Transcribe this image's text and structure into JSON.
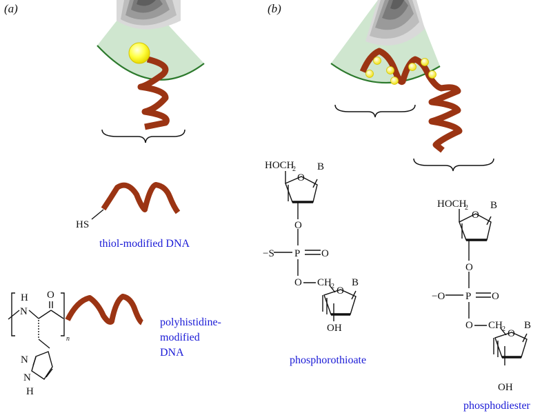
{
  "panels": {
    "a": "(a)",
    "b": "(b)"
  },
  "labels": {
    "thiol": "thiol-modified DNA",
    "polyhis_1": "polyhistidine-",
    "polyhis_2": "modified",
    "polyhis_3": "DNA",
    "phosphorothioate": "phosphorothioate",
    "phosphodiester": "phosphodiester"
  },
  "chem": {
    "hs": "HS",
    "n": "N",
    "h": "H",
    "o": "O",
    "sub_n": "n",
    "hoch": "HOCH",
    "sub_2": "2",
    "b": "B",
    "oh": "OH",
    "p": "P",
    "neg_s": "−S",
    "neg_o": "−O",
    "och": "O",
    "ch": "CH"
  },
  "colors": {
    "dna": "#9b3413",
    "cone_fill": "#cfe6cf",
    "cone_edge": "#2d7a2d",
    "gold": "#ffff3a",
    "label_blue": "#1a1ad6"
  }
}
